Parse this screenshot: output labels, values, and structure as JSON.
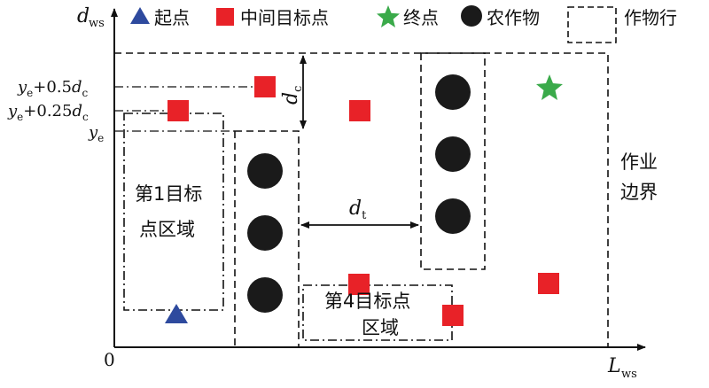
{
  "axes": {
    "y_label": "d",
    "y_label_sub": "ws",
    "x_label": "L",
    "x_label_sub": "ws",
    "origin": "0"
  },
  "legend": {
    "start": "起点",
    "intermediate": "中间目标点",
    "end": "终点",
    "crop": "农作物",
    "crop_row": "作物行"
  },
  "y_ticks": {
    "t1": "y",
    "t1_sub": "e",
    "t1_rest": "+0.5",
    "t1_d": "d",
    "t1_dsub": "c",
    "t2": "y",
    "t2_sub": "e",
    "t2_rest": "+0.25",
    "t2_d": "d",
    "t2_dsub": "c",
    "t3": "y",
    "t3_sub": "e"
  },
  "annotations": {
    "dc": "d",
    "dc_sub": "c",
    "dt": "d",
    "dt_sub": "t",
    "region1_line1": "第1目标",
    "region1_line2": "点区域",
    "region4_line1": "第4目标点",
    "region4_line2": "区域",
    "boundary_line1": "作业",
    "boundary_line2": "边界"
  },
  "colors": {
    "start": "#2e4a9e",
    "intermediate": "#e82228",
    "end": "#3aaa4a",
    "crop": "#1a1a1a"
  }
}
